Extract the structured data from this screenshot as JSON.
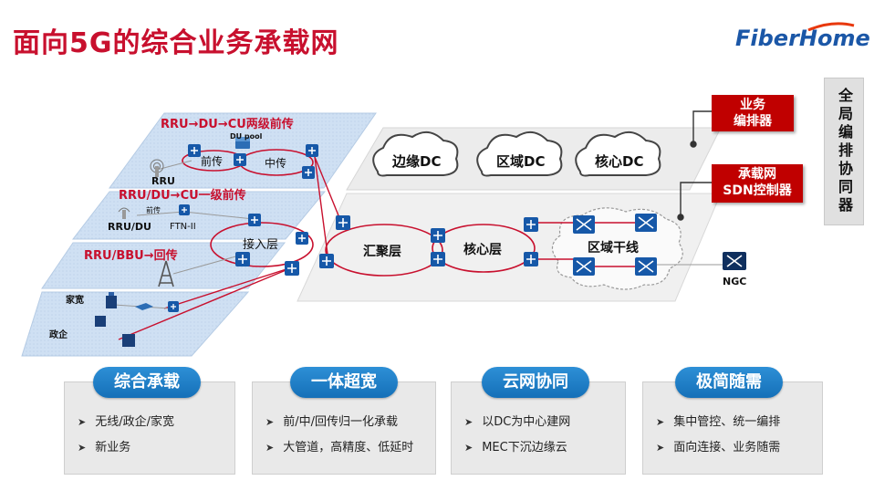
{
  "header": {
    "title": "面向5G的综合业务承载网",
    "logo": "FiberHome"
  },
  "colors": {
    "title_red": "#c8102e",
    "accent_blue": "#1570b8",
    "control_red": "#c00000"
  },
  "access": {
    "row1_title": "RRU→DU→CU两级前传",
    "row2_title": "RRU/DU→CU一级前传",
    "row3_title": "RRU/BBU→回传",
    "du_pool": "DU pool",
    "fronthaul": "前传",
    "midhaul": "中传",
    "rru": "RRU",
    "rru_du": "RRU/DU",
    "fronthaul_small": "前传",
    "ftn": "FTN-II",
    "access_layer": "接入层",
    "home_broadband": "家宽",
    "government": "政企"
  },
  "network": {
    "edge_dc": "边缘DC",
    "regional_dc": "区域DC",
    "core_dc": "核心DC",
    "aggregation": "汇聚层",
    "core": "核心层",
    "trunk": "区域干线",
    "ngc": "NGC"
  },
  "control": {
    "orchestrator_line1": "业务",
    "orchestrator_line2": "编排器",
    "sdn_line1": "承载网",
    "sdn_line2": "SDN控制器",
    "global": "全局编排协同器"
  },
  "features": [
    {
      "title": "综合承载",
      "items": [
        "无线/政企/家宽",
        "新业务"
      ]
    },
    {
      "title": "一体超宽",
      "items": [
        "前/中/回传归一化承载",
        "大管道，高精度、低延时"
      ]
    },
    {
      "title": "云网协同",
      "items": [
        "以DC为中心建网",
        "MEC下沉边缘云"
      ]
    },
    {
      "title": "极简随需",
      "items": [
        "集中管控、统一编排",
        "面向连接、业务随需"
      ]
    }
  ]
}
